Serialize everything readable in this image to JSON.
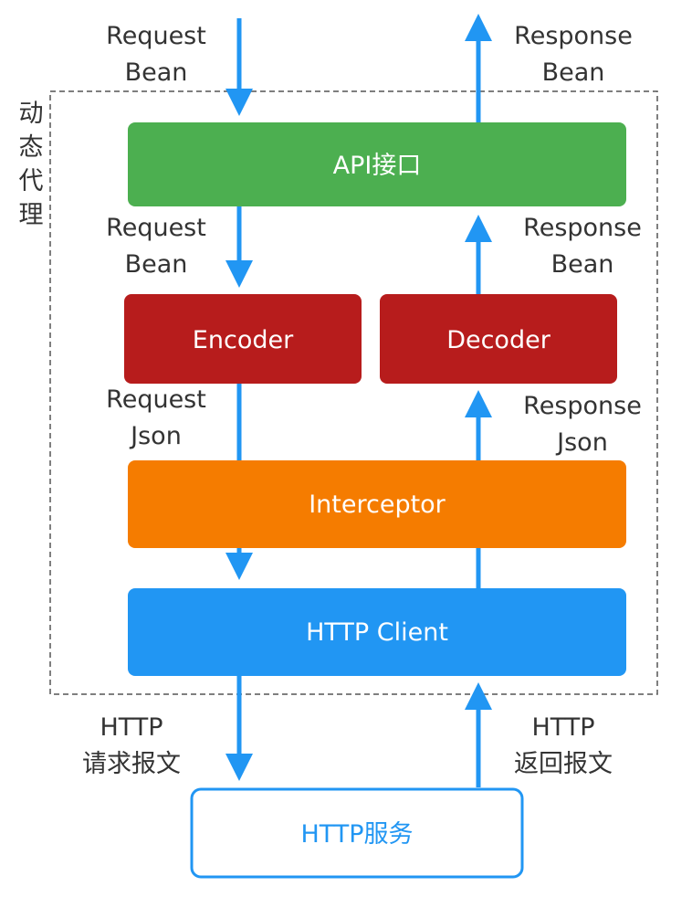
{
  "colors": {
    "arrow": "#2196f3",
    "api_box": "#4caf50",
    "encoder_box": "#b71c1c",
    "decoder_box": "#b71c1c",
    "interceptor_box": "#f57c00",
    "http_client_box": "#2196f3",
    "http_service_border": "#2196f3",
    "label_text": "#333333"
  },
  "proxy_label": [
    "动",
    "态",
    "代",
    "理"
  ],
  "boxes": {
    "api": "API接口",
    "encoder": "Encoder",
    "decoder": "Decoder",
    "interceptor": "Interceptor",
    "http_client": "HTTP Client",
    "http_service": "HTTP服务"
  },
  "labels": {
    "request_bean_top": [
      "Request",
      "Bean"
    ],
    "response_bean_top": [
      "Response",
      "Bean"
    ],
    "request_bean_mid": [
      "Request",
      "Bean"
    ],
    "response_bean_mid": [
      "Response",
      "Bean"
    ],
    "request_json": [
      "Request",
      "Json"
    ],
    "response_json": [
      "Response",
      "Json"
    ],
    "http_request": [
      "HTTP",
      "请求报文"
    ],
    "http_response": [
      "HTTP",
      "返回报文"
    ]
  }
}
